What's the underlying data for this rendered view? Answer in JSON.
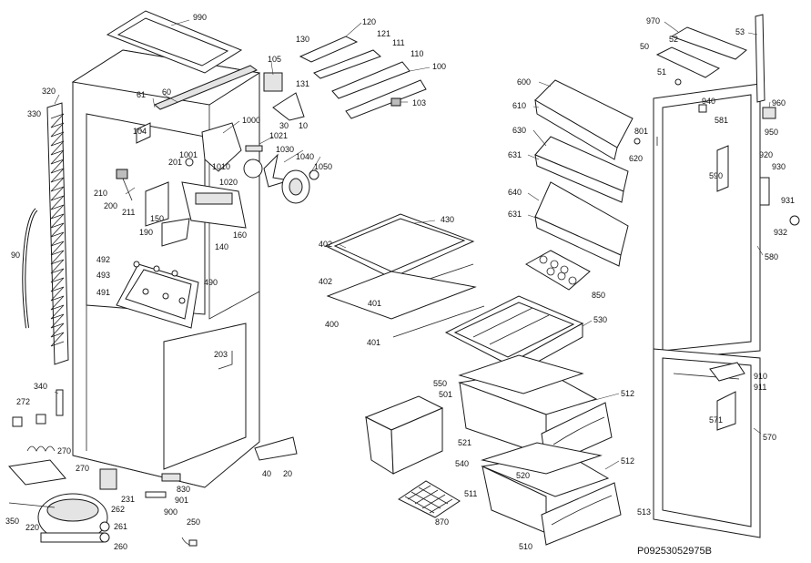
{
  "diagram": {
    "drawing_code": "P09253052975B",
    "parts": [
      {
        "label": "990"
      },
      {
        "label": "320"
      },
      {
        "label": "330"
      },
      {
        "label": "61"
      },
      {
        "label": "60"
      },
      {
        "label": "104"
      },
      {
        "label": "1000"
      },
      {
        "label": "201"
      },
      {
        "label": "1001"
      },
      {
        "label": "1010"
      },
      {
        "label": "1021"
      },
      {
        "label": "1030"
      },
      {
        "label": "1040"
      },
      {
        "label": "1050"
      },
      {
        "label": "1020"
      },
      {
        "label": "210"
      },
      {
        "label": "200"
      },
      {
        "label": "211"
      },
      {
        "label": "150"
      },
      {
        "label": "190"
      },
      {
        "label": "140"
      },
      {
        "label": "160"
      },
      {
        "label": "90"
      },
      {
        "label": "492"
      },
      {
        "label": "493"
      },
      {
        "label": "491"
      },
      {
        "label": "490"
      },
      {
        "label": "203"
      },
      {
        "label": "340"
      },
      {
        "label": "272"
      },
      {
        "label": "270"
      },
      {
        "label": "270"
      },
      {
        "label": "231"
      },
      {
        "label": "830"
      },
      {
        "label": "901"
      },
      {
        "label": "900"
      },
      {
        "label": "350"
      },
      {
        "label": "220"
      },
      {
        "label": "262"
      },
      {
        "label": "261"
      },
      {
        "label": "260"
      },
      {
        "label": "250"
      },
      {
        "label": "40"
      },
      {
        "label": "20"
      },
      {
        "label": "130"
      },
      {
        "label": "120"
      },
      {
        "label": "121"
      },
      {
        "label": "111"
      },
      {
        "label": "110"
      },
      {
        "label": "100"
      },
      {
        "label": "105"
      },
      {
        "label": "131"
      },
      {
        "label": "103"
      },
      {
        "label": "30"
      },
      {
        "label": "10"
      },
      {
        "label": "430"
      },
      {
        "label": "402"
      },
      {
        "label": "402"
      },
      {
        "label": "401"
      },
      {
        "label": "400"
      },
      {
        "label": "401"
      },
      {
        "label": "600"
      },
      {
        "label": "610"
      },
      {
        "label": "630"
      },
      {
        "label": "631"
      },
      {
        "label": "801"
      },
      {
        "label": "620"
      },
      {
        "label": "640"
      },
      {
        "label": "631"
      },
      {
        "label": "850"
      },
      {
        "label": "530"
      },
      {
        "label": "550"
      },
      {
        "label": "501"
      },
      {
        "label": "512"
      },
      {
        "label": "521"
      },
      {
        "label": "540"
      },
      {
        "label": "520"
      },
      {
        "label": "512"
      },
      {
        "label": "511"
      },
      {
        "label": "870"
      },
      {
        "label": "510"
      },
      {
        "label": "513"
      },
      {
        "label": "970"
      },
      {
        "label": "53"
      },
      {
        "label": "52"
      },
      {
        "label": "50"
      },
      {
        "label": "51"
      },
      {
        "label": "940"
      },
      {
        "label": "960"
      },
      {
        "label": "581"
      },
      {
        "label": "950"
      },
      {
        "label": "920"
      },
      {
        "label": "930"
      },
      {
        "label": "590"
      },
      {
        "label": "931"
      },
      {
        "label": "932"
      },
      {
        "label": "580"
      },
      {
        "label": "910"
      },
      {
        "label": "911"
      },
      {
        "label": "571"
      },
      {
        "label": "570"
      }
    ]
  }
}
